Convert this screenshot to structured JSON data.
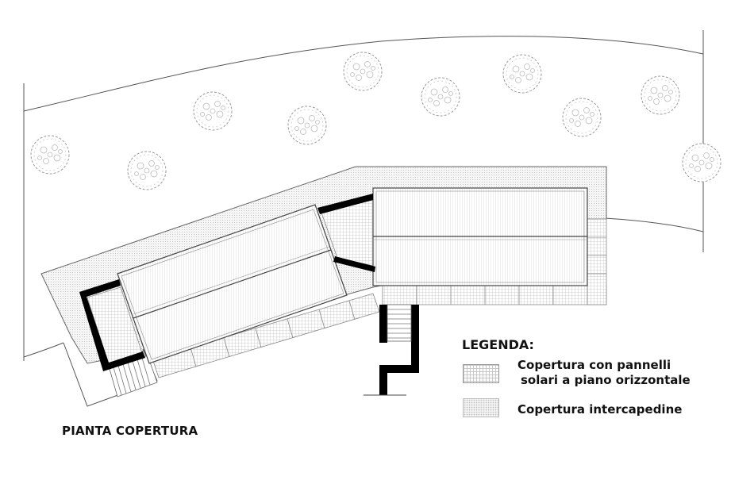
{
  "drawing": {
    "title": "PIANTA COPERTURA"
  },
  "legend": {
    "heading": "LEGENDA:",
    "items": [
      {
        "line1": "Copertura con pannelli",
        "line2": "solari a piano orizzontale",
        "pattern": "grid"
      },
      {
        "line1": "Copertura intercapedine",
        "pattern": "dots"
      }
    ]
  },
  "colors": {
    "wall": "#000000",
    "line": "#4a4a4a",
    "hatch_grid": "#c9c9c9",
    "hatch_dots": "#bdbdbd"
  }
}
